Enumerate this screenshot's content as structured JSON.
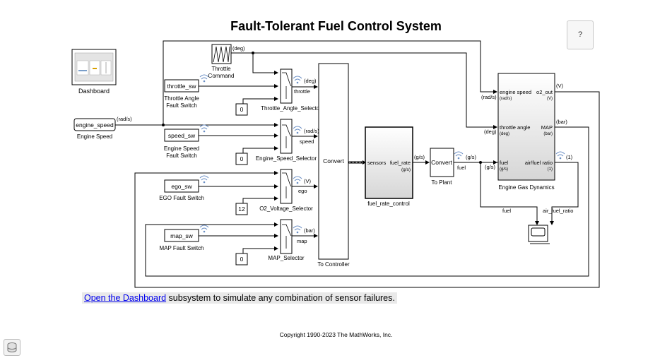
{
  "title": "Fault-Tolerant Fuel Control System",
  "help_label": "?",
  "note": {
    "link": "Open the Dashboard",
    "rest": " subsystem to simulate any combination of sensor failures."
  },
  "copyright": "Copyright 1990-2023 The MathWorks, Inc.",
  "blocks": {
    "dashboard": "Dashboard",
    "engine_speed_in": "engine_speed",
    "engine_speed_caption": "Engine Speed",
    "engine_speed_unit": "(rad/s)",
    "throttle_command_l1": "Throttle",
    "throttle_command_l2": "Command",
    "throttle_command_unit": "(deg)",
    "throttle_sw": "throttle_sw",
    "throttle_sw_caption_l1": "Throttle Angle",
    "throttle_sw_caption_l2": "Fault Switch",
    "speed_sw": "speed_sw",
    "speed_sw_caption_l1": "Engine Speed",
    "speed_sw_caption_l2": "Fault Switch",
    "ego_sw": "ego_sw",
    "ego_sw_caption": "EGO Fault Switch",
    "map_sw": "map_sw",
    "map_sw_caption": "MAP Fault Switch",
    "const_throttle": "0",
    "const_speed": "0",
    "const_ego": "12",
    "const_map": "0",
    "sel_throttle": "Throttle_Angle_Selector",
    "sel_speed": "Engine_Speed_Selector",
    "sel_o2": "O2_Voltage_Selector",
    "sel_map": "MAP_Selector",
    "sig_throttle": "throttle",
    "sig_speed": "speed",
    "sig_ego": "ego",
    "sig_map": "map",
    "unit_deg": "(deg)",
    "unit_rads": "(rad/s)",
    "unit_v": "(V)",
    "unit_bar": "(bar)",
    "convert": "Convert",
    "to_controller": "To Controller",
    "sensors_port": "sensors",
    "fuel_rate_port": "fuel_rate",
    "fuel_rate_unit": "(g/s)",
    "fuel_rate_control": "fuel_rate_control",
    "gs": "(g/s)",
    "to_plant": "To Plant",
    "fuel": "fuel",
    "egd_in_speed": "engine speed",
    "egd_in_speed_unit": "(rad/s)",
    "egd_in_throttle": "throttle angle",
    "egd_in_throttle_unit": "(deg)",
    "egd_in_fuel": "fuel",
    "egd_in_fuel_unit": "(g/s)",
    "egd_out_o2": "o2_out",
    "egd_out_o2_unit": "(V)",
    "egd_out_map": "MAP",
    "egd_out_map_unit": "(bar)",
    "egd_out_afr": "air/fuel ratio",
    "egd_out_afr_unit": "(1)",
    "engine_gas_dynamics": "Engine Gas Dynamics",
    "afr_unit": "(1)",
    "scope_fuel": "fuel",
    "scope_afr": "air_fuel_ratio"
  }
}
